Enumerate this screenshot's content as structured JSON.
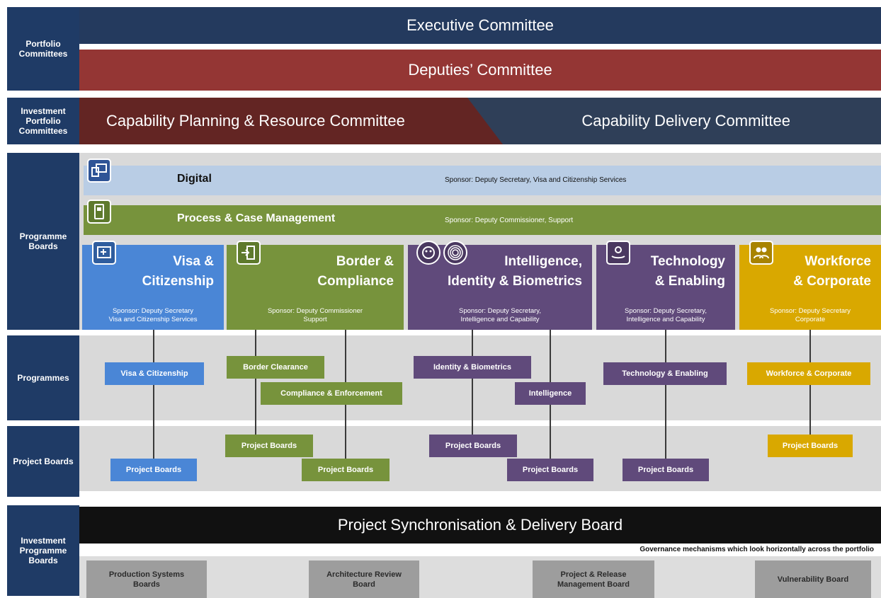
{
  "side_labels": {
    "portfolio": "Portfolio Committees",
    "investment_portfolio": "Investment Portfolio Committees",
    "programme_boards": "Programme Boards",
    "programmes": "Programmes",
    "project_boards": "Project Boards",
    "investment_programme": "Investment Programme Boards"
  },
  "committees": {
    "executive": "Executive Committee",
    "deputies": "Deputies’ Committee",
    "capability_planning": "Capability Planning & Resource Committee",
    "capability_delivery": "Capability Delivery Committee"
  },
  "boards": {
    "digital": {
      "title": "Digital",
      "sponsor": "Sponsor: Deputy Secretary, Visa and Citizenship Services"
    },
    "process": {
      "title": "Process & Case Management",
      "sponsor": "Sponsor: Deputy Commissioner,  Support"
    }
  },
  "programme_heads": [
    {
      "title1": "Visa &",
      "title2": "Citizenship",
      "sponsor1": "Sponsor: Deputy Secretary",
      "sponsor2": "Visa and Citizenship Services"
    },
    {
      "title1": "Border &",
      "title2": "Compliance",
      "sponsor1": "Sponsor: Deputy Commissioner",
      "sponsor2": "Support"
    },
    {
      "title1": "Intelligence,",
      "title2": "Identity & Biometrics",
      "sponsor1": "Sponsor: Deputy Secretary,",
      "sponsor2": "Intelligence and Capability"
    },
    {
      "title1": "Technology",
      "title2": "& Enabling",
      "sponsor1": "Sponsor: Deputy Secretary,",
      "sponsor2": "Intelligence and Capability"
    },
    {
      "title1": "Workforce",
      "title2": "& Corporate",
      "sponsor1": "Sponsor: Deputy Secretary",
      "sponsor2": "Corporate"
    }
  ],
  "programmes": {
    "visa": "Visa & Citizenship",
    "border_clearance": "Border Clearance",
    "compliance": "Compliance & Enforcement",
    "identity": "Identity & Biometrics",
    "intelligence": "Intelligence",
    "technology": "Technology & Enabling",
    "workforce": "Workforce & Corporate"
  },
  "project_board_label": "Project Boards",
  "synchronisation": "Project Synchronisation & Delivery Board",
  "governance_note": "Governance mechanisms which look horizontally across the portfolio",
  "gov_boards": {
    "production1": "Production Systems",
    "production2": "Boards",
    "architecture1": "Architecture Review",
    "architecture2": "Board",
    "release1": "Project & Release",
    "release2": "Management Board",
    "vulnerability": "Vulnerability Board"
  },
  "colors": {
    "navy": "#1f3b66",
    "executive": "#243a5e",
    "deputies": "#943634",
    "capability_planning": "#632523",
    "capability_delivery": "#2f3f58",
    "digital_band": "#b9cde5",
    "process_band": "#77933c",
    "blue": "#4a86d6",
    "green": "#77933c",
    "purple": "#604a7b",
    "gold": "#d9a800",
    "grey_zone": "#d9d9d9",
    "sync_board": "#111111",
    "gov_board": "#9d9d9d"
  },
  "icons": [
    "devices-icon",
    "form-icon",
    "passport-icon",
    "door-exit-icon",
    "face-icon",
    "fingerprint-icon",
    "hand-gear-icon",
    "people-icon"
  ]
}
